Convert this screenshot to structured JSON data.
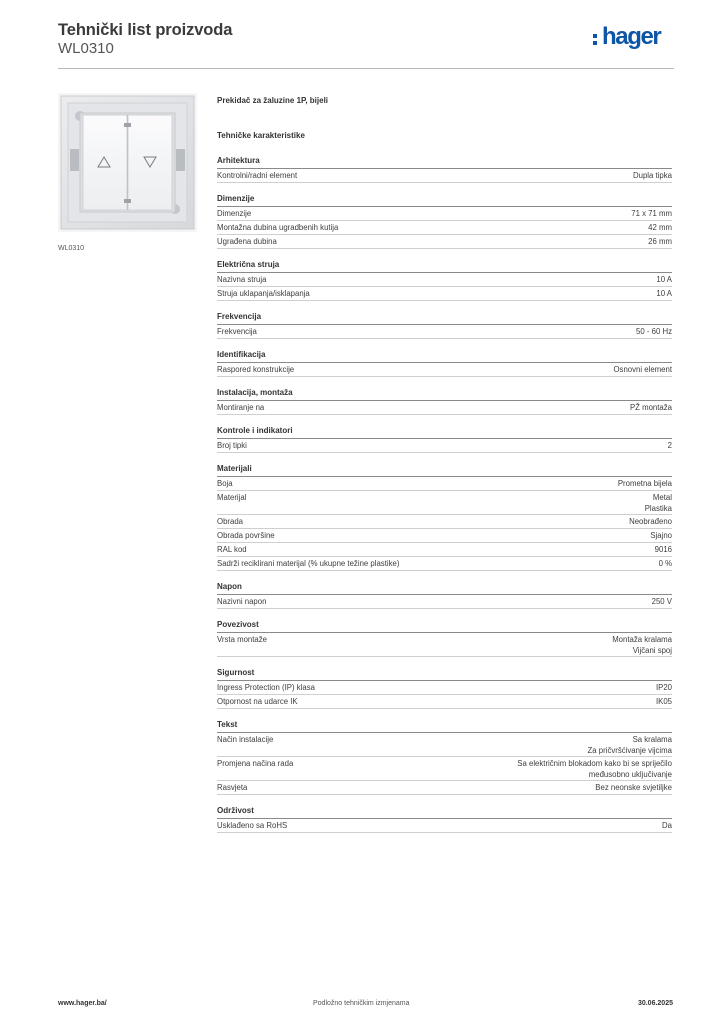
{
  "header": {
    "title": "Tehnički list proizvoda",
    "code": "WL0310",
    "logo_text": "hager",
    "brand_color": "#0d56a6"
  },
  "image": {
    "caption": "WL0310",
    "icons": [
      "up-arrow-icon",
      "down-arrow-icon"
    ]
  },
  "product_name": "Prekidač za žaluzine 1P, bijeli",
  "spec_heading": "Tehničke karakteristike",
  "sections": [
    {
      "title": "Arhitektura",
      "rows": [
        {
          "label": "Kontrolni/radni element",
          "value": "Dupla tipka"
        }
      ]
    },
    {
      "title": "Dimenzije",
      "rows": [
        {
          "label": "Dimenzije",
          "value": "71 x 71 mm"
        },
        {
          "label": "Montažna dubina ugradbenih kutija",
          "value": "42 mm"
        },
        {
          "label": "Ugrađena dubina",
          "value": "26 mm"
        }
      ]
    },
    {
      "title": "Električna struja",
      "rows": [
        {
          "label": "Nazivna struja",
          "value": "10 A"
        },
        {
          "label": "Struja uklapanja/isklapanja",
          "value": "10 A"
        }
      ]
    },
    {
      "title": "Frekvencija",
      "rows": [
        {
          "label": "Frekvencija",
          "value": "50 - 60 Hz"
        }
      ]
    },
    {
      "title": "Identifikacija",
      "rows": [
        {
          "label": "Raspored konstrukcije",
          "value": "Osnovni element"
        }
      ]
    },
    {
      "title": "Instalacija, montaža",
      "rows": [
        {
          "label": "Montiranje na",
          "value": "PŽ montaža"
        }
      ]
    },
    {
      "title": "Kontrole i indikatori",
      "rows": [
        {
          "label": "Broj tipki",
          "value": "2"
        }
      ]
    },
    {
      "title": "Materijali",
      "rows": [
        {
          "label": "Boja",
          "value": "Prometna bijela"
        },
        {
          "label": "Materijal",
          "value": "Metal\nPlastika"
        },
        {
          "label": "Obrada",
          "value": "Neobrađeno"
        },
        {
          "label": "Obrada površine",
          "value": "Sjajno"
        },
        {
          "label": "RAL kod",
          "value": "9016"
        },
        {
          "label": "Sadrži reciklirani materijal (% ukupne težine plastike)",
          "value": "0 %"
        }
      ]
    },
    {
      "title": "Napon",
      "rows": [
        {
          "label": "Nazivni napon",
          "value": "250 V"
        }
      ]
    },
    {
      "title": "Povezivost",
      "rows": [
        {
          "label": "Vrsta montaže",
          "value": "Montaža kralama\nVijčani spoj"
        }
      ]
    },
    {
      "title": "Sigurnost",
      "rows": [
        {
          "label": "Ingress Protection (IP) klasa",
          "value": "IP20"
        },
        {
          "label": "Otpornost na udarce IK",
          "value": "IK05"
        }
      ]
    },
    {
      "title": "Tekst",
      "rows": [
        {
          "label": "Način instalacije",
          "value": "Sa kralama\nZa pričvršćivanje vijcima"
        },
        {
          "label": "Promjena načina rada",
          "value": "Sa električnim blokadom kako bi se spriječilo\nmeđusobno uključivanje"
        },
        {
          "label": "Rasvjeta",
          "value": "Bez neonske svjetiljke"
        }
      ]
    },
    {
      "title": "Održivost",
      "rows": [
        {
          "label": "Usklađeno sa RoHS",
          "value": "Da"
        }
      ]
    }
  ],
  "footer": {
    "website": "www.hager.ba/",
    "notice": "Podložno tehničkim izmjenama",
    "date": "30.06.2025"
  }
}
